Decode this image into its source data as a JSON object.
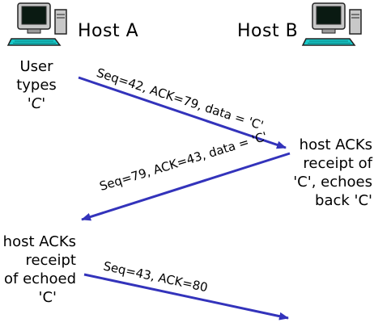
{
  "host_a": {
    "label": "Host A",
    "icon": "computer-icon"
  },
  "host_b": {
    "label": "Host B",
    "icon": "computer-icon"
  },
  "notes": {
    "user_types": [
      "User",
      "types",
      "'C'"
    ],
    "host_b_ack": [
      "host ACKs",
      "receipt of",
      "'C', echoes",
      "back 'C'"
    ],
    "host_a_ack": [
      "host ACKs",
      "receipt",
      "of echoed",
      "'C'"
    ]
  },
  "messages": [
    {
      "label": "Seq=42, ACK=79, data = 'C'",
      "direction": "A to B"
    },
    {
      "label": "Seq=79, ACK=43, data = 'C'",
      "direction": "B to A"
    },
    {
      "label": "Seq=43, ACK=80",
      "direction": "A to B"
    }
  ],
  "colors": {
    "arrow": "#3333bb",
    "monitor_screen": "#0a1a12",
    "monitor_body": "#c8c8c8",
    "keyboard": "#18c8c8"
  }
}
